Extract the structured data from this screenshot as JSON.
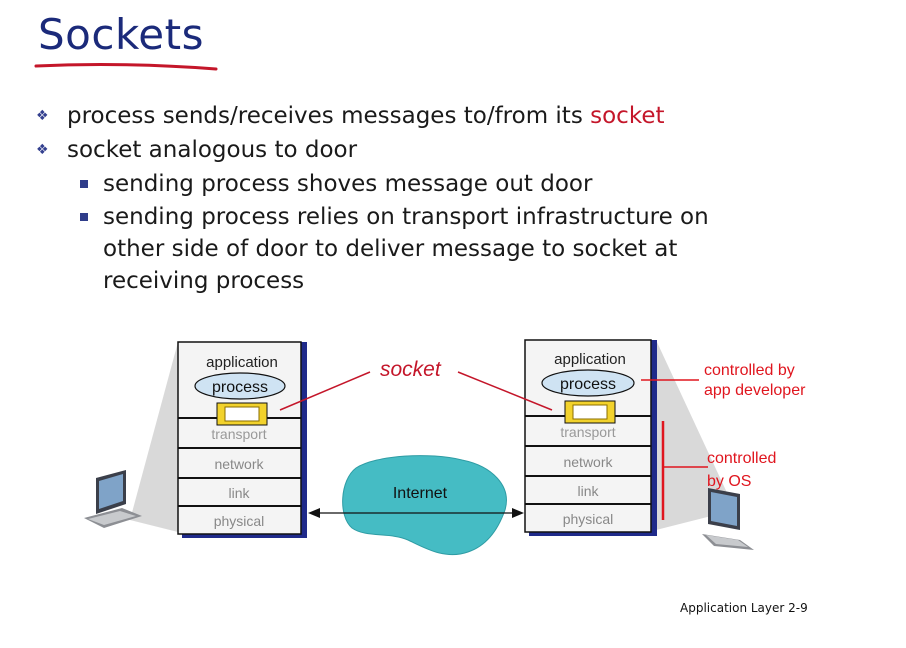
{
  "slide": {
    "title": "Sockets",
    "bullets": [
      {
        "level": 1,
        "parts": [
          {
            "text": "process sends/receives messages to/from its ",
            "highlight": false
          },
          {
            "text": "socket",
            "highlight": true
          }
        ]
      },
      {
        "level": 1,
        "parts": [
          {
            "text": "socket analogous to door",
            "highlight": false
          }
        ]
      },
      {
        "level": 2,
        "parts": [
          {
            "text": "sending process shoves message out door",
            "highlight": false
          }
        ]
      },
      {
        "level": 2,
        "parts": [
          {
            "text": "sending process relies on transport infrastructure on other side of door to deliver message to socket at receiving process",
            "highlight": false
          }
        ]
      }
    ],
    "footer": "Application Layer 2-9"
  },
  "diagram": {
    "left_stack": {
      "layers": [
        "application",
        "process",
        "transport",
        "network",
        "link",
        "physical"
      ]
    },
    "right_stack": {
      "layers": [
        "application",
        "process",
        "transport",
        "network",
        "link",
        "physical"
      ]
    },
    "socket_label": "socket",
    "internet_label": "Internet",
    "annotation_app": [
      "controlled by",
      "app developer"
    ],
    "annotation_os": [
      "controlled",
      "by OS"
    ]
  },
  "colors": {
    "title": "#1b2a7a",
    "highlight": "#c4162a",
    "bullet": "#34408f",
    "stack_border": "#1f2a8a",
    "stack_fill": "#f2f2f2",
    "process_fill": "#cfe3f3",
    "socket_fill": "#f2d22c",
    "internet_fill": "#45bcc4",
    "annotation": "#e0161f"
  },
  "icons": [
    "computer-icon",
    "cloud-icon",
    "socket-icon"
  ]
}
